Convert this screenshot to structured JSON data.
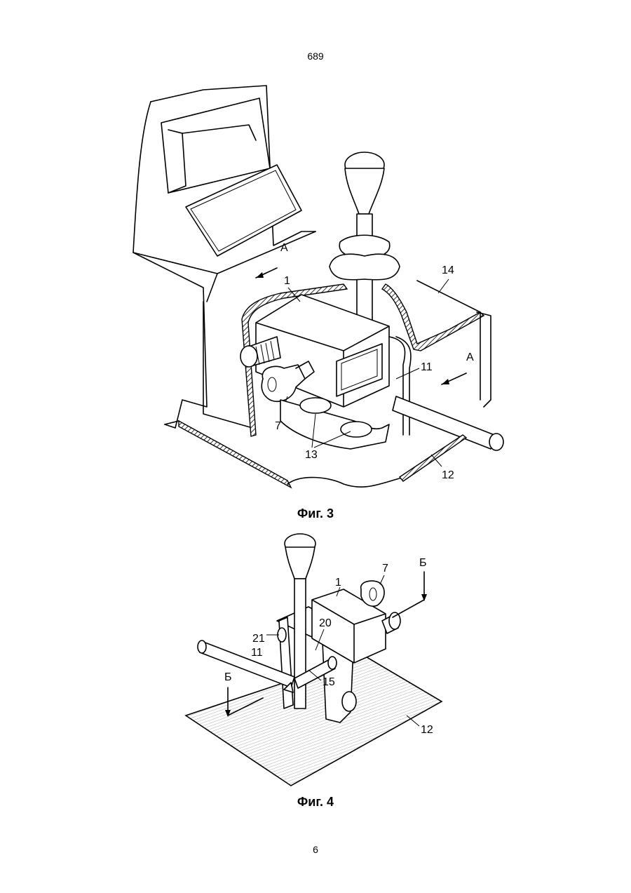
{
  "header": {
    "page_number_top": "689"
  },
  "footer": {
    "page_number_bottom": "6"
  },
  "figure3": {
    "caption": "Фиг. 3",
    "labels": {
      "a_top": "А",
      "a_right": "А",
      "n1": "1",
      "n14": "14",
      "n11": "11",
      "n7": "7",
      "n13": "13",
      "n12": "12"
    }
  },
  "figure4": {
    "caption": "Фиг. 4",
    "labels": {
      "b_top": "Б",
      "b_left": "Б",
      "n7": "7",
      "n1": "1",
      "n21": "21",
      "n20": "20",
      "n11": "11",
      "n15": "15",
      "n12": "12"
    }
  }
}
